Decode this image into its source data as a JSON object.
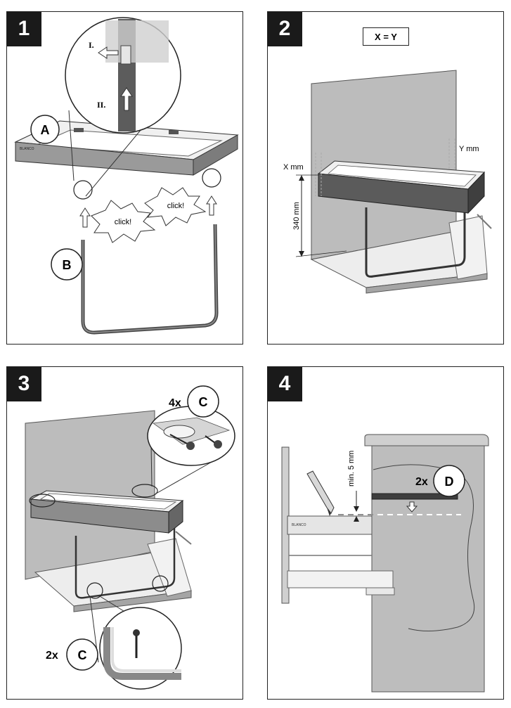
{
  "panels": [
    {
      "number": "1",
      "step_top": "I.",
      "step_bottom": "II.",
      "part_a": "A",
      "part_b": "B",
      "click_1": "click!",
      "click_2": "click!"
    },
    {
      "number": "2",
      "formula": "X = Y",
      "x_label": "X mm",
      "y_label": "Y mm",
      "height_label": "340 mm"
    },
    {
      "number": "3",
      "top_qty": "4x",
      "top_part": "C",
      "bottom_qty": "2x",
      "bottom_part": "C"
    },
    {
      "number": "4",
      "gap_label": "min. 5 mm",
      "qty": "2x",
      "part": "D"
    }
  ],
  "brand_mark": "BLANCO",
  "colors": {
    "panel_border": "#222222",
    "badge": "#1a1a1a",
    "frame": "#5a5a5a",
    "wall": "#b9b9b9",
    "light": "#e2e2e2"
  },
  "icons": [
    "arrow-up-icon",
    "arrow-left-icon",
    "arrow-down-icon",
    "pencil-icon",
    "screw-icon",
    "circle-highlight-icon"
  ]
}
